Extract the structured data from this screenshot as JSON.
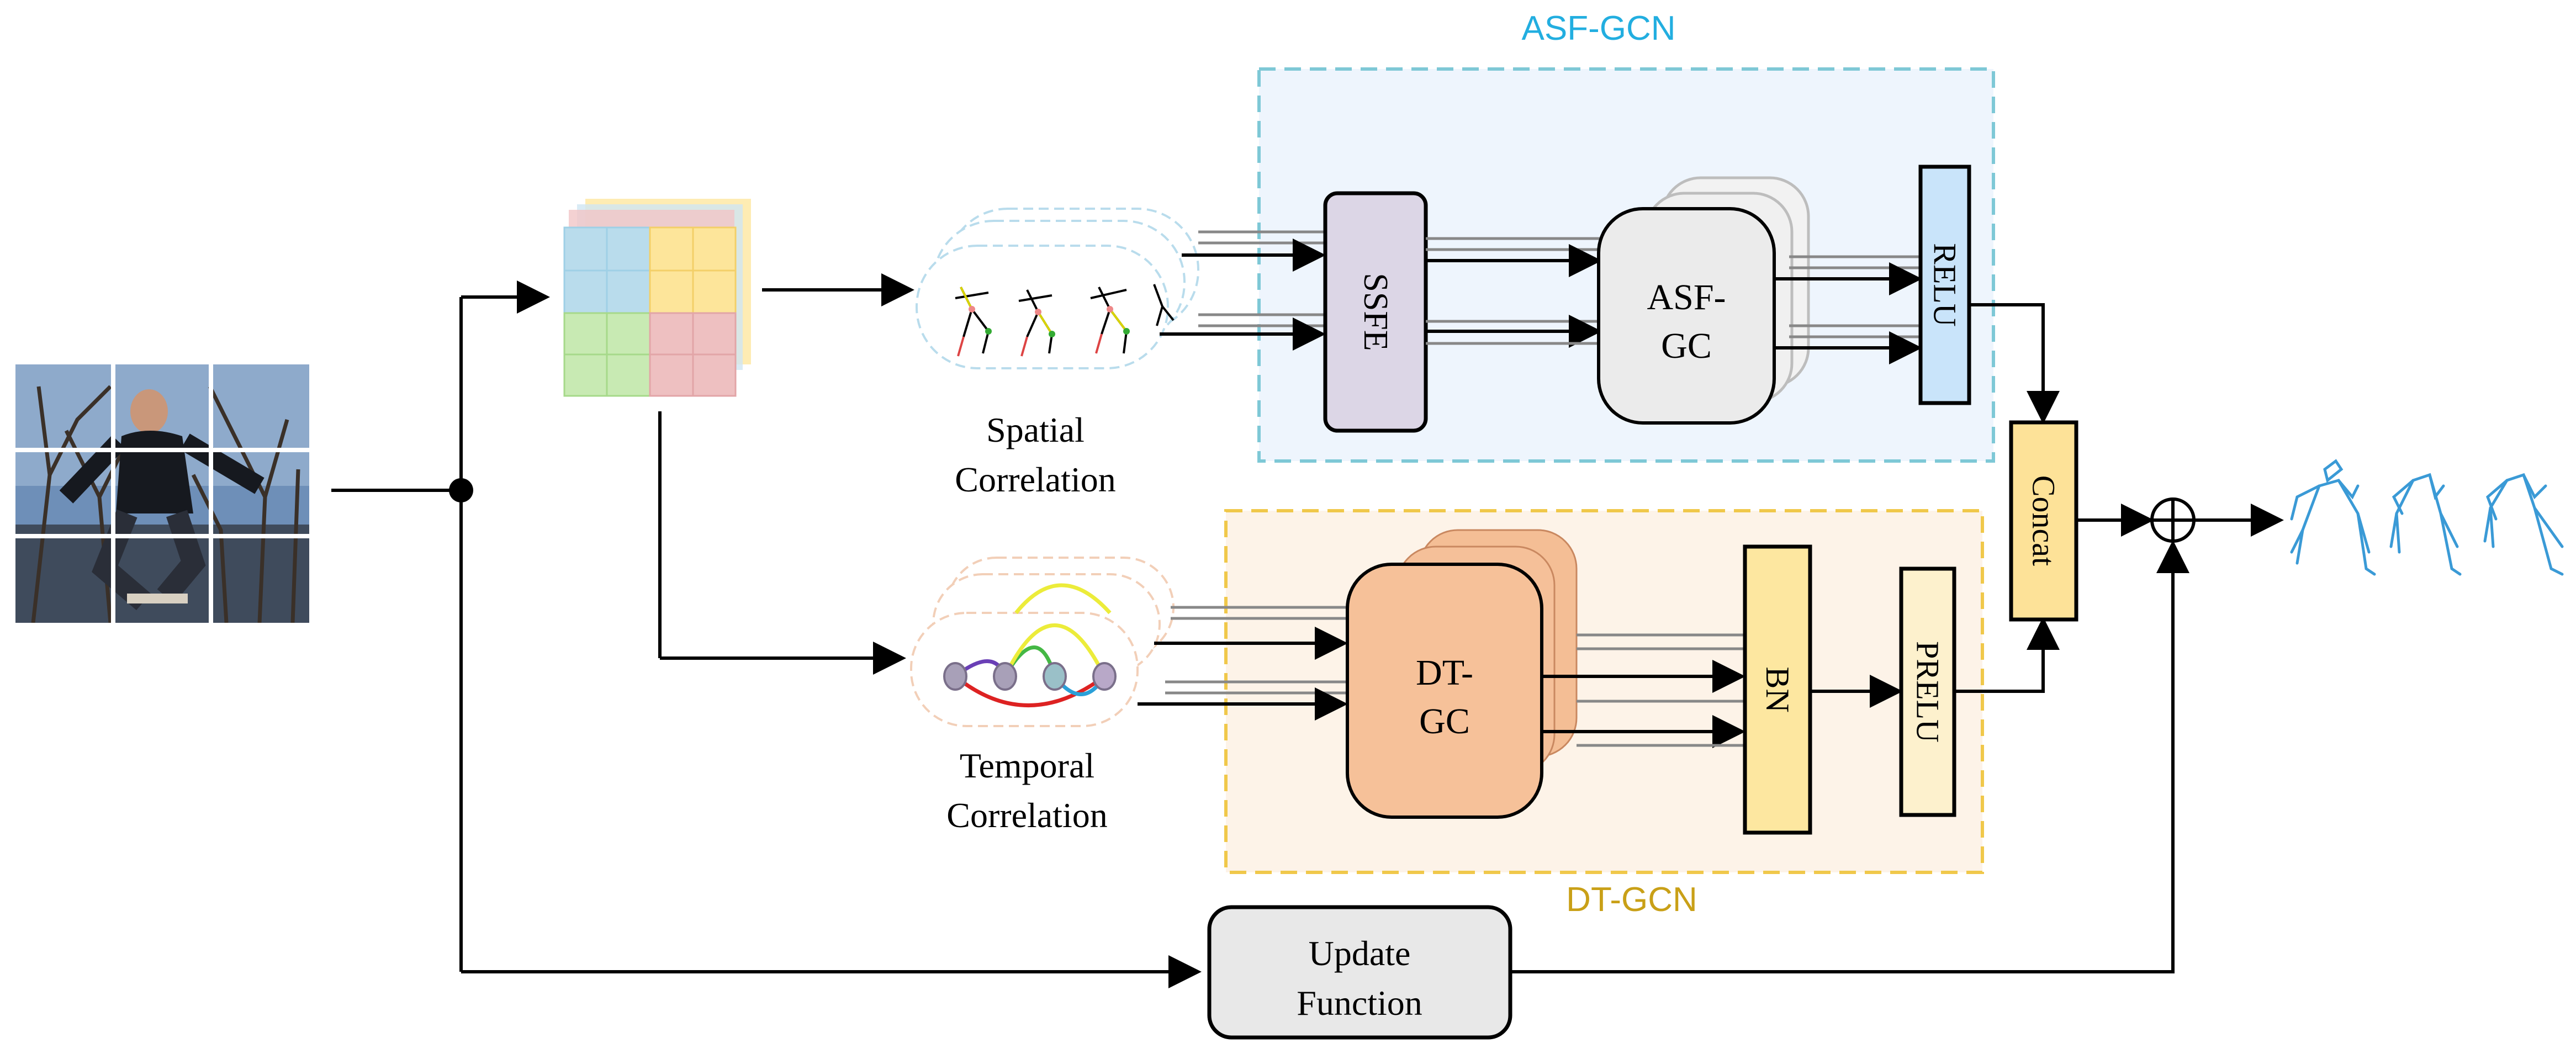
{
  "asf_gcn": {
    "title": "ASF-GCN"
  },
  "dt_gcn": {
    "title": "DT-GCN"
  },
  "blocks": {
    "ssfe": "SSFE",
    "asf_gc_line1": "ASF-",
    "asf_gc_line2": "GC",
    "relu": "RELU",
    "dt_gc_line1": "DT-",
    "dt_gc_line2": "GC",
    "bn": "BN",
    "prelu": "PRELU",
    "concat": "Concat",
    "update_line1": "Update",
    "update_line2": "Function"
  },
  "labels": {
    "spatial_line1": "Spatial",
    "spatial_line2": "Correlation",
    "temporal_line1": "Temporal",
    "temporal_line2": "Correlation"
  },
  "colors": {
    "asf_border": "#7ec8d6",
    "asf_fill": "#eef5fd",
    "asf_title": "#22aee0",
    "dt_border": "#f0c84a",
    "dt_fill": "#fdf3e8",
    "dt_title": "#c9a017",
    "ssfe_fill": "#dcd6e6",
    "asf_gc_fill": "#ebebeb",
    "relu_fill": "#c9e4fa",
    "dt_gc_fill": "#f6c199",
    "bn_fill": "#fde7a0",
    "prelu_fill": "#fdf1cd",
    "concat_fill": "#fde298",
    "update_fill": "#e8e8e8",
    "output_pose": "#3a9ad6"
  }
}
